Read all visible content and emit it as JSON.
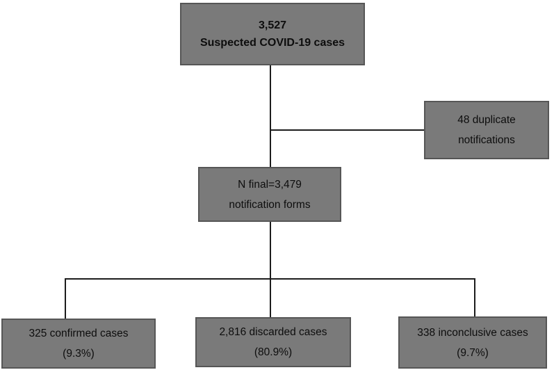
{
  "diagram": {
    "type": "flowchart",
    "subject": "COVID-19 case notification triage",
    "colors": {
      "box_fill": "#7a7a7a",
      "box_border": "#565656",
      "connector_line": "#1c1c1c",
      "text": "#0d0d0d",
      "background": "#ffffff"
    },
    "nodes": {
      "suspected": {
        "line1": "3,527",
        "line2": "Suspected COVID-19 cases"
      },
      "duplicate": {
        "line1": "48 duplicate",
        "line2": "notifications"
      },
      "final": {
        "line1": "N final=3,479",
        "line2": "notification forms"
      },
      "confirmed": {
        "line1": "325 confirmed cases",
        "line2": "(9.3%)"
      },
      "discarded": {
        "line1": "2,816 discarded cases",
        "line2": "(80.9%)"
      },
      "inconclusive": {
        "line1": "338 inconclusive cases",
        "line2": "(9.7%)"
      }
    }
  }
}
